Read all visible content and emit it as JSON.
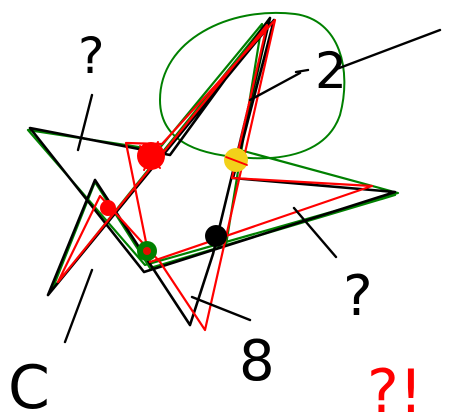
{
  "canvas": {
    "background": "#ffffff"
  },
  "palette": {
    "ink": "#000000",
    "red": "#ff0000",
    "green": "#008000",
    "yellow": "#f2d11a"
  },
  "marks": {
    "dots": [
      {
        "name": "dot-red-large",
        "color": "red"
      },
      {
        "name": "dot-yellow",
        "color": "yellow"
      },
      {
        "name": "dot-red-small",
        "color": "red"
      },
      {
        "name": "dot-green",
        "color": "green"
      },
      {
        "name": "dot-black",
        "color": "ink"
      }
    ],
    "handwritten_labels": [
      {
        "name": "label-top-left",
        "text": "?"
      },
      {
        "name": "label-top-right",
        "text": "2"
      },
      {
        "name": "label-right",
        "text": "?"
      },
      {
        "name": "label-bottom-middle",
        "text": "8"
      },
      {
        "name": "label-bottom-left",
        "text": "C"
      },
      {
        "name": "label-bottom-right",
        "text": "?!"
      }
    ]
  }
}
